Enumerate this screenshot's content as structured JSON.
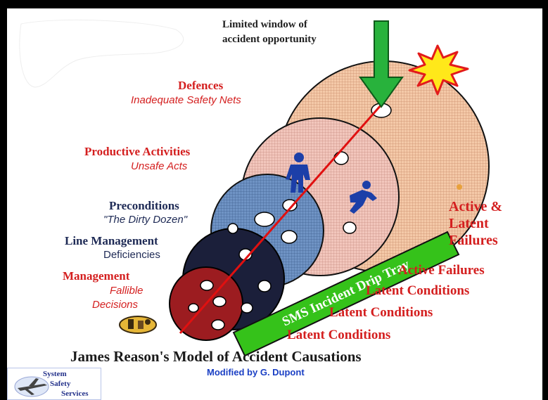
{
  "callout": {
    "line1": "Limited window of",
    "line2": "accident opportunity"
  },
  "layers": [
    {
      "name": "Defences",
      "sub": "Inadequate Safety Nets"
    },
    {
      "name": "Productive Activities",
      "sub": "Unsafe Acts"
    },
    {
      "name": "Preconditions",
      "sub": "\"The Dirty Dozen\""
    },
    {
      "name": "Line Management",
      "sub": "Deficiencies"
    },
    {
      "name": "Management",
      "sub1": "Fallible",
      "sub2": "Decisions"
    }
  ],
  "right_labels": {
    "active_latent_1": "Active &",
    "active_latent_2": "Latent",
    "active_latent_3": "Failures",
    "active_failures": "Active Failures",
    "latent_1": "Latent Conditions",
    "latent_2": "Latent Conditions",
    "latent_3": "Latent Conditions"
  },
  "tray_label": "SMS Incident  Drip  Tray",
  "title": "James Reason's Model of Accident Causations",
  "credit": "Modified by G. Dupont",
  "logo": {
    "line1": "System",
    "line2": "Safety",
    "line3": "Services"
  },
  "colors": {
    "red_text": "#d41f1f",
    "navy_text": "#1e2a55",
    "tray": "#35c21a",
    "arrow": "#28b23c",
    "trajectory": "#e01010"
  }
}
